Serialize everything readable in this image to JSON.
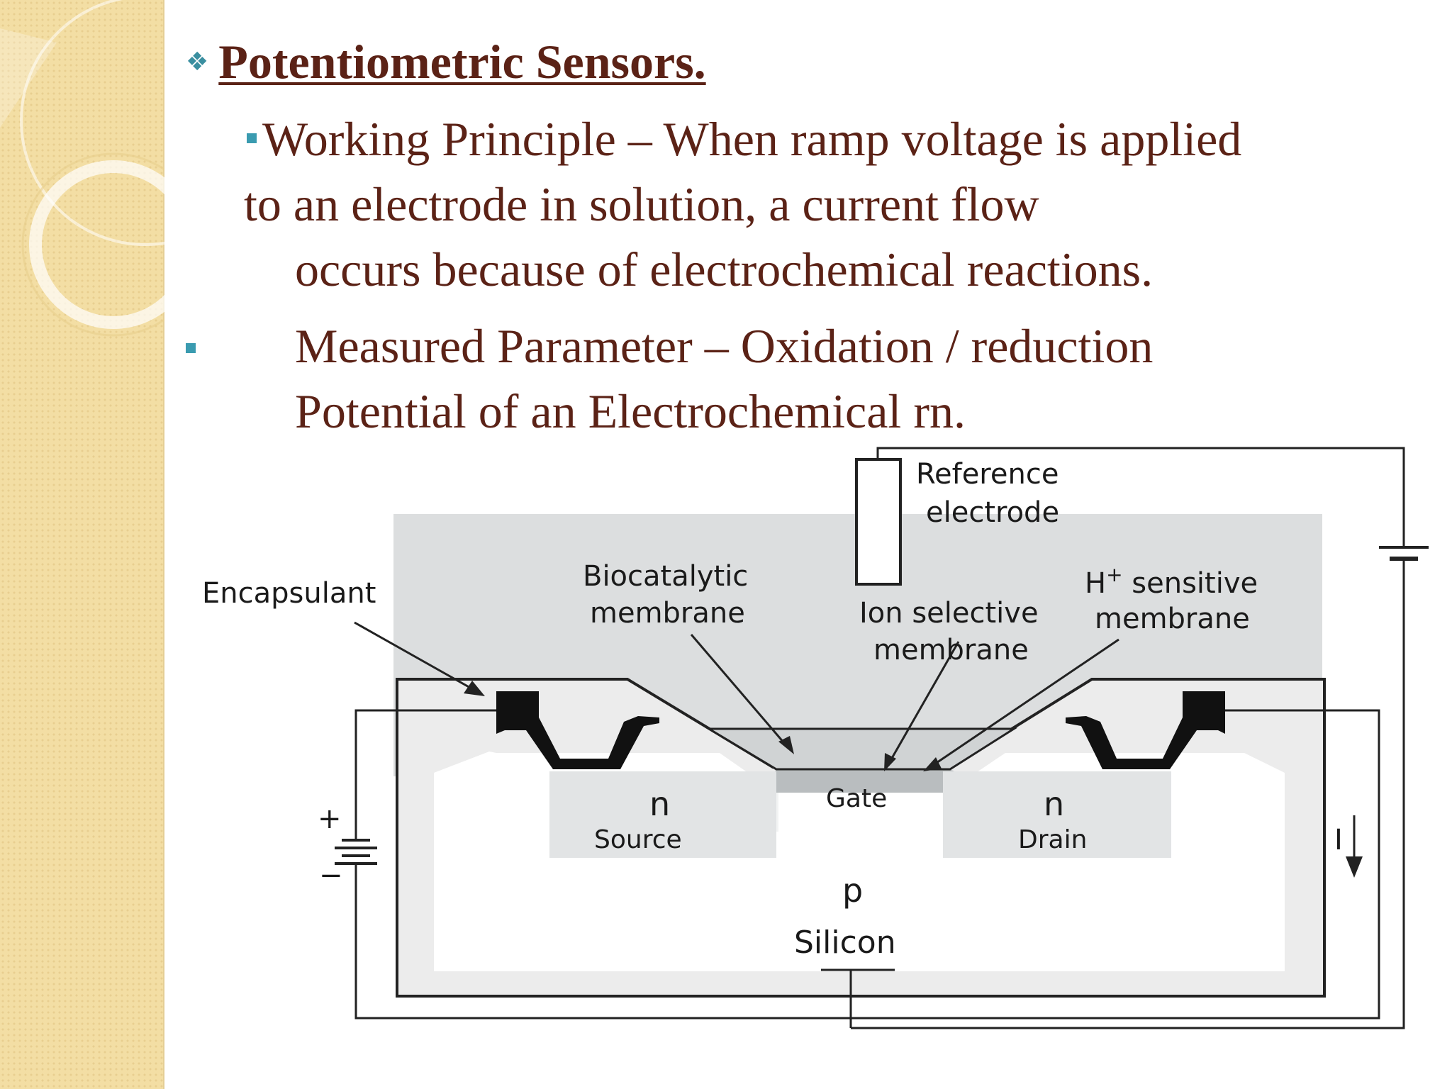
{
  "slide": {
    "title": "Potentiometric Sensors.",
    "bullet1": {
      "line1": "Working Principle – When ramp voltage is  applied",
      "line2": "to an electrode in solution, a current flow",
      "line3": "occurs because of electrochemical reactions."
    },
    "bullet2": {
      "line1": "Measured Parameter – Oxidation / reduction",
      "line2": "Potential of an Electrochemical rn."
    }
  },
  "diagram": {
    "labels": {
      "reference1": "Reference",
      "reference2": "electrode",
      "encapsulant": "Encapsulant",
      "biocatalytic1": "Biocatalytic",
      "biocatalytic2": "membrane",
      "ion1": "Ion selective",
      "ion2": "membrane",
      "hplus_h": "H",
      "hplus_sup": "+",
      "hplus_rest": " sensitive",
      "hplus2": "membrane",
      "gate": "Gate",
      "source_n": "n",
      "source": "Source",
      "drain_n": "n",
      "drain": "Drain",
      "p": "p",
      "silicon": "Silicon",
      "plus": "+",
      "minus": "−",
      "current": "I"
    }
  },
  "colors": {
    "title": "#5b2216",
    "bullet": "#3a9bb0",
    "solution": "#dcdedf",
    "silicon": "#ffffff",
    "doped": "#e6e8e9"
  }
}
